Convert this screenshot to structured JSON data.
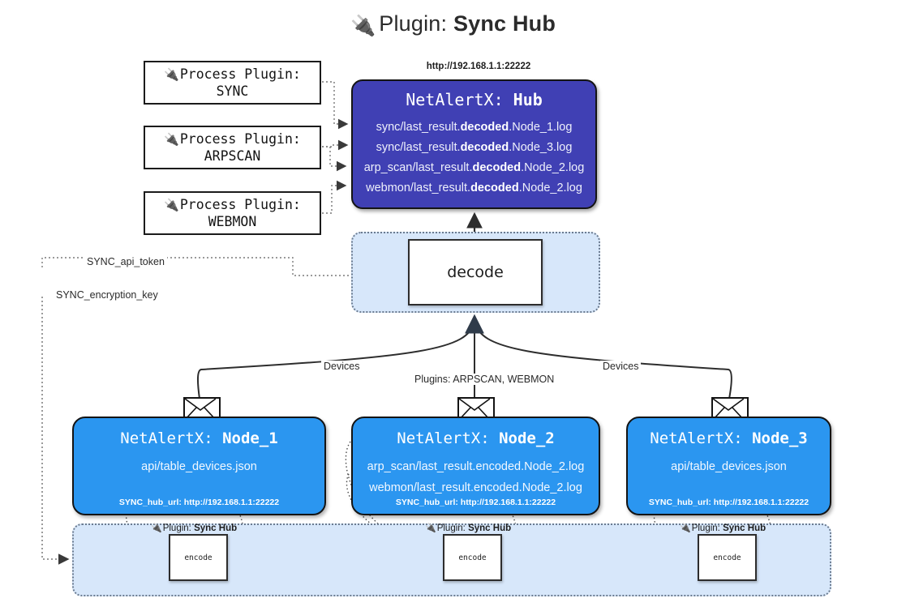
{
  "title": {
    "icon": "electric-plug-icon",
    "prefix": "Plugin:",
    "name": "Sync Hub"
  },
  "process_plugins": [
    {
      "icon": "electric-plug-icon",
      "line1": "Process Plugin:",
      "line2": "SYNC"
    },
    {
      "icon": "electric-plug-icon",
      "line1": "Process Plugin:",
      "line2": "ARPSCAN"
    },
    {
      "icon": "electric-plug-icon",
      "line1": "Process Plugin:",
      "line2": "WEBMON"
    }
  ],
  "hub": {
    "url": "http://192.168.1.1:22222",
    "title_prefix": "NetAlertX:",
    "title_name": "Hub",
    "logs": [
      {
        "pre": "sync/last_result.",
        "em": "decoded",
        "post": ".Node_1.log"
      },
      {
        "pre": "sync/last_result.",
        "em": "decoded",
        "post": ".Node_3.log"
      },
      {
        "pre": "arp_scan/last_result.",
        "em": "decoded",
        "post": ".Node_2.log"
      },
      {
        "pre": "webmon/last_result.",
        "em": "decoded",
        "post": ".Node_2.log"
      }
    ]
  },
  "decode": {
    "label": "decode"
  },
  "settings_edges": [
    {
      "label": "SYNC_api_token"
    },
    {
      "label": "SYNC_encryption_key"
    }
  ],
  "flow_labels": {
    "devices_left": "Devices",
    "devices_right": "Devices",
    "plugins_center": "Plugins: ARPSCAN, WEBMON"
  },
  "nodes": [
    {
      "title_prefix": "NetAlertX:",
      "title_name": "Node_1",
      "lines": [
        "api/table_devices.json"
      ],
      "footer": "SYNC_hub_url: http://192.168.1.1:22222",
      "envelope_icon": "envelope-icon"
    },
    {
      "title_prefix": "NetAlertX:",
      "title_name": "Node_2",
      "lines": [
        "arp_scan/last_result.encoded.Node_2.log",
        "webmon/last_result.encoded.Node_2.log"
      ],
      "footer": "SYNC_hub_url: http://192.168.1.1:22222",
      "envelope_icon": "envelope-icon"
    },
    {
      "title_prefix": "NetAlertX:",
      "title_name": "Node_3",
      "lines": [
        "api/table_devices.json"
      ],
      "footer": "SYNC_hub_url: http://192.168.1.1:22222",
      "envelope_icon": "envelope-icon"
    }
  ],
  "encoders": [
    {
      "plugin_prefix": "Plugin:",
      "plugin_name": "Sync Hub",
      "label": "encode",
      "icon": "electric-plug-icon"
    },
    {
      "plugin_prefix": "Plugin:",
      "plugin_name": "Sync Hub",
      "label": "encode",
      "icon": "electric-plug-icon"
    },
    {
      "plugin_prefix": "Plugin:",
      "plugin_name": "Sync Hub",
      "label": "encode",
      "icon": "electric-plug-icon"
    }
  ],
  "colors": {
    "hub_fill": "#4040b4",
    "node_fill": "#2b96f0",
    "container_fill": "#d7e7fa",
    "stroke": "#141414",
    "dotted_stroke": "#6b7b90"
  }
}
